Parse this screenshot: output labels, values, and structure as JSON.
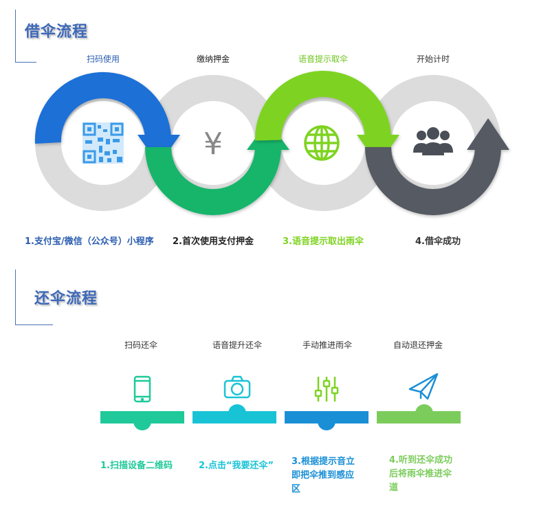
{
  "borrow": {
    "title": "借伞流程",
    "steps": [
      {
        "label": "扫码使用",
        "desc": "1.支付宝/微信（公众号）小程序",
        "color": "#2a5db0"
      },
      {
        "label": "缴纳押金",
        "desc": "2.首次使用支付押金",
        "color": "#222222"
      },
      {
        "label": "语音提示取伞",
        "desc": "3.语音提示取出雨伞",
        "color": "#7ed321"
      },
      {
        "label": "开始计时",
        "desc": "4.借伞成功",
        "color": "#333333"
      }
    ],
    "yen_symbol": "¥",
    "icons": [
      "qr-code-icon",
      "yen-icon",
      "globe-icon",
      "group-icon"
    ],
    "arrow_colors": [
      "#1a6fd6",
      "#12b56b",
      "#7ed321",
      "#545a63"
    ]
  },
  "return": {
    "title": "还伞流程",
    "steps": [
      {
        "label": "扫码还伞",
        "desc": "1.扫描设备二维码",
        "color": "#1fc99a",
        "icon": "phone-icon"
      },
      {
        "label": "语音提升还伞",
        "desc": "2.点击“我要还伞”",
        "color": "#19c3d6",
        "icon": "camera-icon"
      },
      {
        "label": "手动推进雨伞",
        "desc_lines": [
          "3.根据提示音立",
          "即把伞推到感应",
          "区"
        ],
        "color": "#1a8fd6",
        "icon": "sliders-icon"
      },
      {
        "label": "自动退还押金",
        "desc_lines": [
          "4.听到还伞成功",
          "后将雨伞推进伞",
          "道"
        ],
        "color": "#7ccc5c",
        "icon": "paper-plane-icon"
      }
    ]
  }
}
